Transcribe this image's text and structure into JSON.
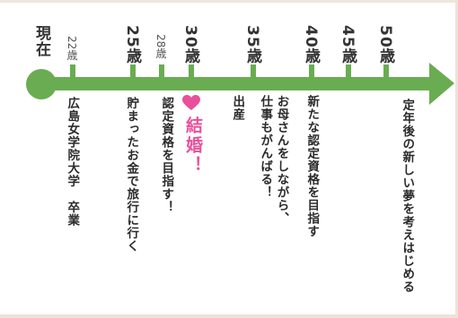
{
  "colors": {
    "line": "#6aac52",
    "text": "#2b2b2b",
    "accent_pink": "#ea4f9a",
    "frame": "#ede3d8"
  },
  "ages": [
    {
      "label": "現在",
      "size": "large"
    },
    {
      "label": "22歳",
      "size": "small"
    },
    {
      "label": "25歳",
      "size": "large"
    },
    {
      "label": "28歳",
      "size": "small"
    },
    {
      "label": "30歳",
      "size": "large"
    },
    {
      "label": "35歳",
      "size": "large"
    },
    {
      "label": "40歳",
      "size": "large"
    },
    {
      "label": "45歳",
      "size": "large"
    },
    {
      "label": "50歳",
      "size": "large"
    }
  ],
  "events": {
    "graduate": "広島女学院大学　卒業",
    "travel": "貯まったお金で旅行に行く",
    "certify": "認定資格を目指す！",
    "marriage": "結婚！",
    "birth": "出産",
    "mother_work": "お母さんをしながら、\n仕事もがんばる！",
    "new_cert": "新たな認定資格を目指す",
    "retire_dream": "定年後の新しい夢を考えはじめる"
  },
  "icons": {
    "heart": "heart-icon",
    "arrow": "arrow-head-icon",
    "start": "start-circle-icon"
  }
}
